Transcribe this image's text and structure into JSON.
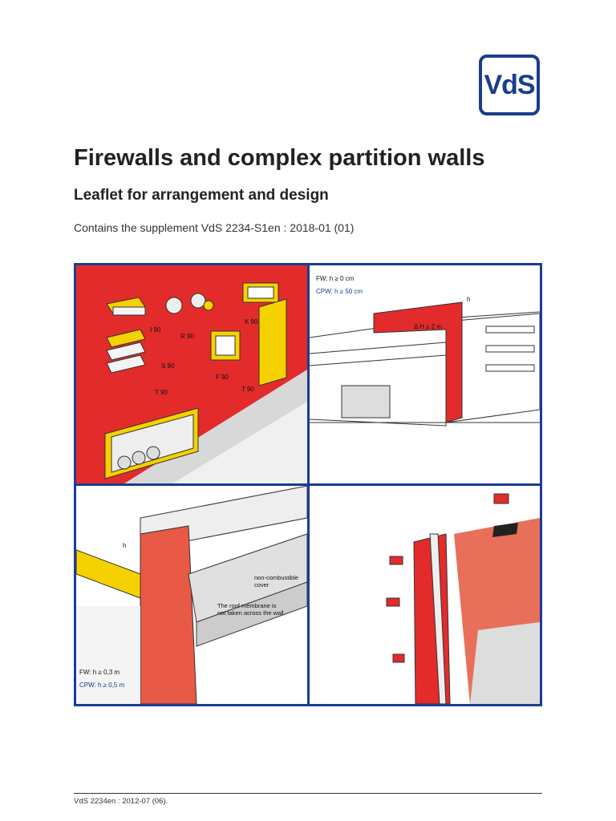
{
  "logo": {
    "text": "VdS",
    "color": "#1a3d8f"
  },
  "title": "Firewalls and complex partition walls",
  "subtitle": "Leaflet for arrangement and design",
  "supplement": "Contains the supplement VdS 2234-S1en : 2018-01 (01)",
  "colors": {
    "frame": "#1a3d8f",
    "red": "#e32b2b",
    "yellow": "#f6d100"
  },
  "figure": {
    "panel1": {
      "labels": [
        "I 90",
        "R 90",
        "K 90",
        "S 90",
        "F 90",
        "T 90",
        "T 90"
      ]
    },
    "panel2": {
      "fw": "FW:    h ≥   0 cm",
      "cpw": "CPW: h ≥ 50 cm",
      "h": "h",
      "delta_h": "Δ H ≥ 2 m"
    },
    "panel3": {
      "h": "h",
      "cover": "non-combustible\ncover",
      "membrane": "The roof membrane is\nnot taken across the wall",
      "fw": "FW:    h ≥ 0,3 m",
      "cpw": "CPW: h ≥ 0,5 m"
    }
  },
  "footer": "VdS 2234en : 2012-07 (06)."
}
